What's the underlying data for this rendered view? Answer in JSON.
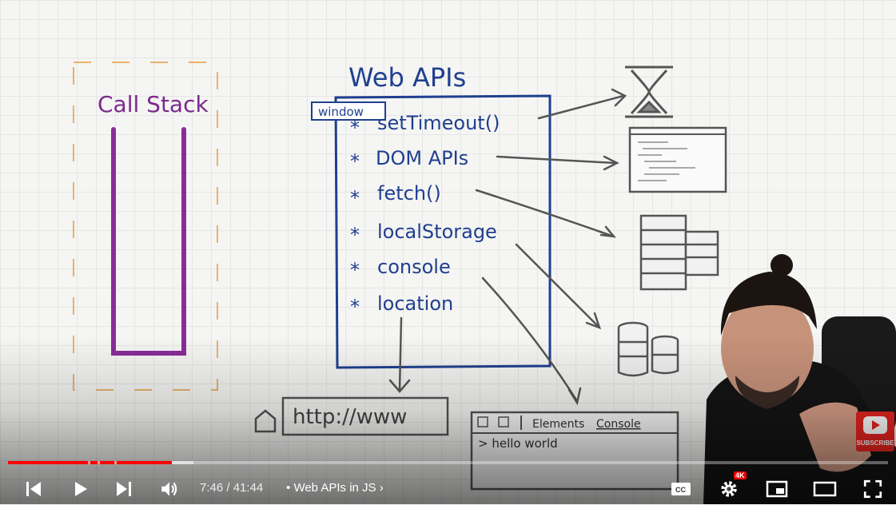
{
  "whiteboard": {
    "call_stack_title": "Call Stack",
    "web_apis_title": "Web APIs",
    "window_label": "window",
    "apis": [
      "setTimeout()",
      "DOM APIs",
      "fetch()",
      "localStorage",
      "console",
      "location"
    ],
    "url_text": "http://www",
    "devtools_tabs": [
      "Elements",
      "Console"
    ],
    "console_output": "> hello world"
  },
  "player": {
    "current_time": "7:46",
    "separator": "/",
    "duration": "41:44",
    "chapter_bullet": "•",
    "chapter_title": "Web APIs in JS",
    "quality_badge": "4K",
    "subscribe_label": "SUBSCRIBE",
    "progress_fraction": 0.186,
    "accent_color": "#ff0000"
  },
  "icons": [
    "previous-icon",
    "play-icon",
    "next-icon",
    "volume-icon",
    "chevron-right-icon",
    "captions-icon",
    "settings-icon",
    "miniplayer-icon",
    "theater-icon",
    "fullscreen-icon"
  ]
}
